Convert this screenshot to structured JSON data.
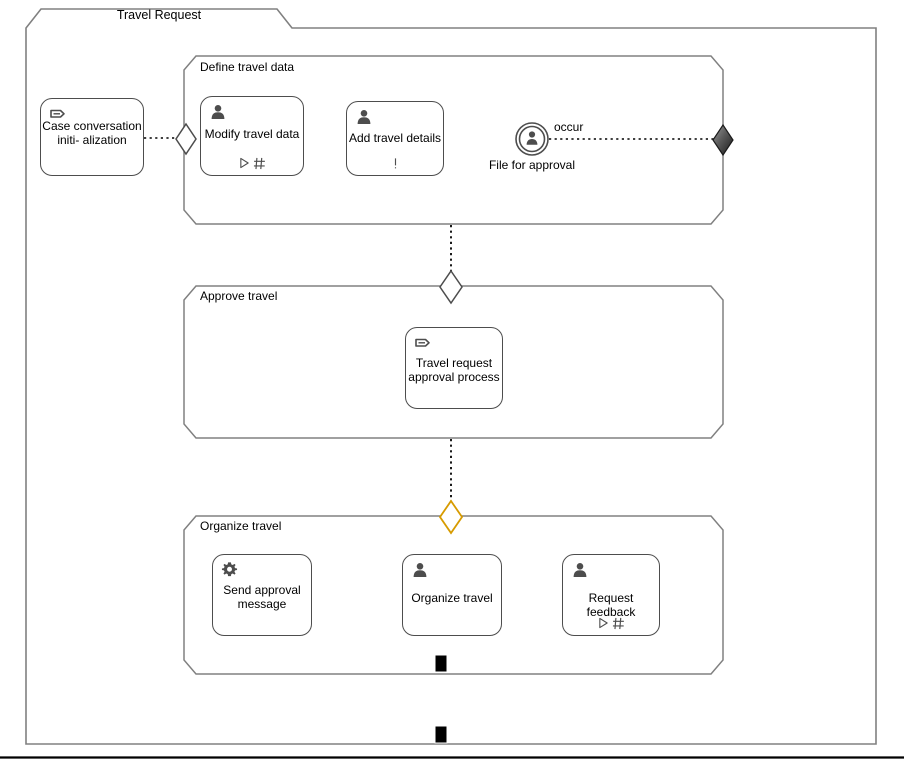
{
  "diagram": {
    "type": "cmmn-case-plan-model",
    "case_title": "Travel Request",
    "background": "#ffffff",
    "line_color": "#808080",
    "shape_color": "#4d4d4d",
    "milestone_color": "#D79B00",
    "stages": [
      {
        "id": "stage-define-travel-data",
        "title": "Define travel data",
        "items": [
          "task-modify-travel-data",
          "task-add-travel-details",
          "event-file-for-approval"
        ]
      },
      {
        "id": "stage-approve-travel",
        "title": "Approve travel",
        "items": [
          "task-travel-request-approval-process"
        ]
      },
      {
        "id": "stage-organize-travel",
        "title": "Organize travel",
        "items": [
          "task-send-approval-message",
          "task-organize-travel",
          "task-request-feedback"
        ]
      }
    ],
    "tasks": [
      {
        "id": "task-case-conversation-initialization",
        "label": "Case\nconversation initi-\nalization",
        "icon": "process-task-icon",
        "markers": []
      },
      {
        "id": "task-modify-travel-data",
        "label": "Modify travel data",
        "icon": "human-task-icon",
        "markers": [
          "manual-activation-icon",
          "repetition-icon"
        ]
      },
      {
        "id": "task-add-travel-details",
        "label": "Add travel details",
        "icon": "human-task-icon",
        "markers": [
          "required-icon"
        ]
      },
      {
        "id": "task-travel-request-approval-process",
        "label": "Travel request\napproval process",
        "icon": "process-task-icon",
        "markers": []
      },
      {
        "id": "task-send-approval-message",
        "label": "Send approval\nmessage",
        "icon": "gear-icon",
        "markers": []
      },
      {
        "id": "task-organize-travel",
        "label": "Organize travel",
        "icon": "human-task-icon",
        "markers": []
      },
      {
        "id": "task-request-feedback",
        "label": "Request feedback",
        "icon": "human-task-icon",
        "markers": [
          "manual-activation-icon",
          "repetition-icon"
        ]
      }
    ],
    "events": [
      {
        "id": "event-file-for-approval",
        "label": "File for approval",
        "icon": "user-event-listener-icon",
        "connector_label": "occur"
      }
    ],
    "sentries": [
      {
        "id": "sentry-entry-modify-travel-data",
        "kind": "entry-criterion",
        "fill": "#ffffff"
      },
      {
        "id": "sentry-exit-define-travel-data",
        "kind": "exit-criterion",
        "fill": "#4d4d4d"
      },
      {
        "id": "sentry-entry-approve-travel",
        "kind": "entry-criterion",
        "fill": "#ffffff"
      },
      {
        "id": "sentry-entry-organize-travel",
        "kind": "entry-criterion",
        "fill": "#ffffff",
        "stroke": "#D79B00"
      }
    ],
    "markers": [
      {
        "id": "exit-marker-organize-travel",
        "kind": "exit-criterion-square",
        "fill": "#000000"
      },
      {
        "id": "exit-marker-case-plan",
        "kind": "exit-criterion-square",
        "fill": "#000000"
      }
    ]
  }
}
